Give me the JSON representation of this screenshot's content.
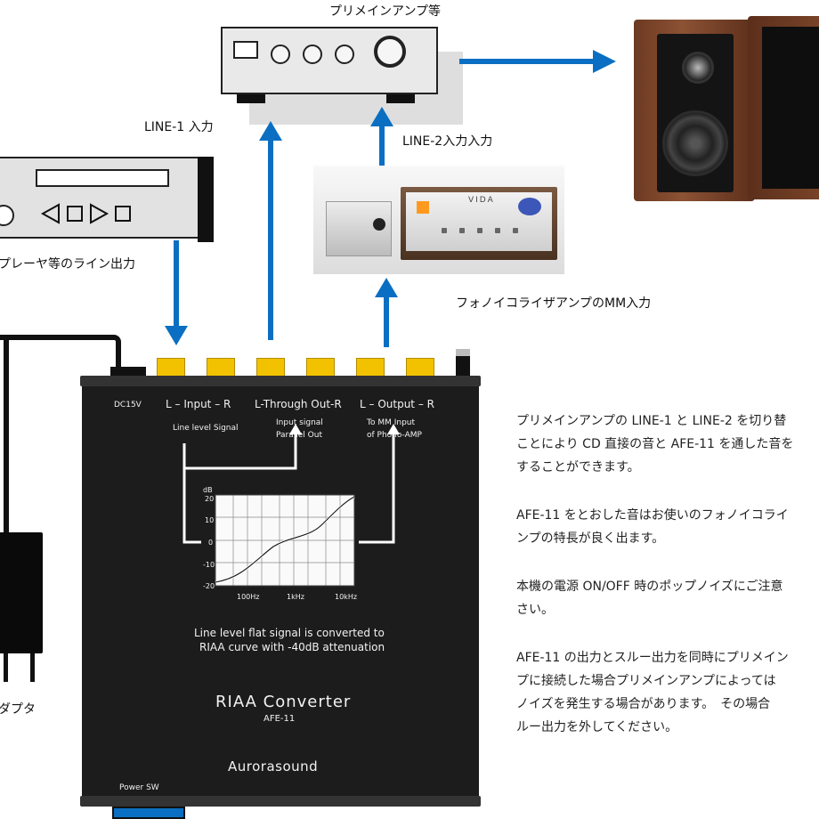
{
  "labels": {
    "preamp": "プリメインアンプ等",
    "line1": "LINE-1 入力",
    "line2": "LINE-2入力入力",
    "cd_player": "プレーヤ等のライン出力",
    "phono_mm": "フォノイコライザアンプのMM入力",
    "adapter": "ダプタ"
  },
  "phono_photo": {
    "brand": "VIDA"
  },
  "device": {
    "dc_label": "DC15V",
    "input_label": "L – Input – R",
    "through_label": "L-Through Out-R",
    "output_label": "L –  Output – R",
    "input_desc": "Line level Signal",
    "through_desc_1": "Input signal",
    "through_desc_2": "Parallel Out",
    "output_desc_1": "To MM Input",
    "output_desc_2": "of Phono-AMP",
    "note_1": "Line level flat signal is converted to",
    "note_2": "RIAA curve with -40dB attenuation",
    "product": "RIAA Converter",
    "model": "AFE-11",
    "brand": "Aurorasound",
    "power_sw": "Power SW"
  },
  "graph": {
    "unit": "dB",
    "y_ticks": [
      "20",
      "10",
      "0",
      "-10",
      "-20"
    ],
    "x_ticks": [
      "100Hz",
      "1kHz",
      "10kHz"
    ]
  },
  "description": [
    "プリメインアンプの LINE-1 と LINE-2 を切り替",
    "ことにより CD 直接の音と AFE-11 を通した音を",
    "することができます。",
    "AFE-11 をとおした音はお使いのフォノイコライ",
    "ンプの特長が良く出ます。",
    "本機の電源 ON/OFF 時のポップノイズにご注意",
    "さい。",
    "AFE-11 の出力とスルー出力を同時にプリメイン",
    "プに接続した場合プリメインアンプによっては",
    "ノイズを発生する場合があります。　その場合",
    "ルー出力を外してください。"
  ]
}
